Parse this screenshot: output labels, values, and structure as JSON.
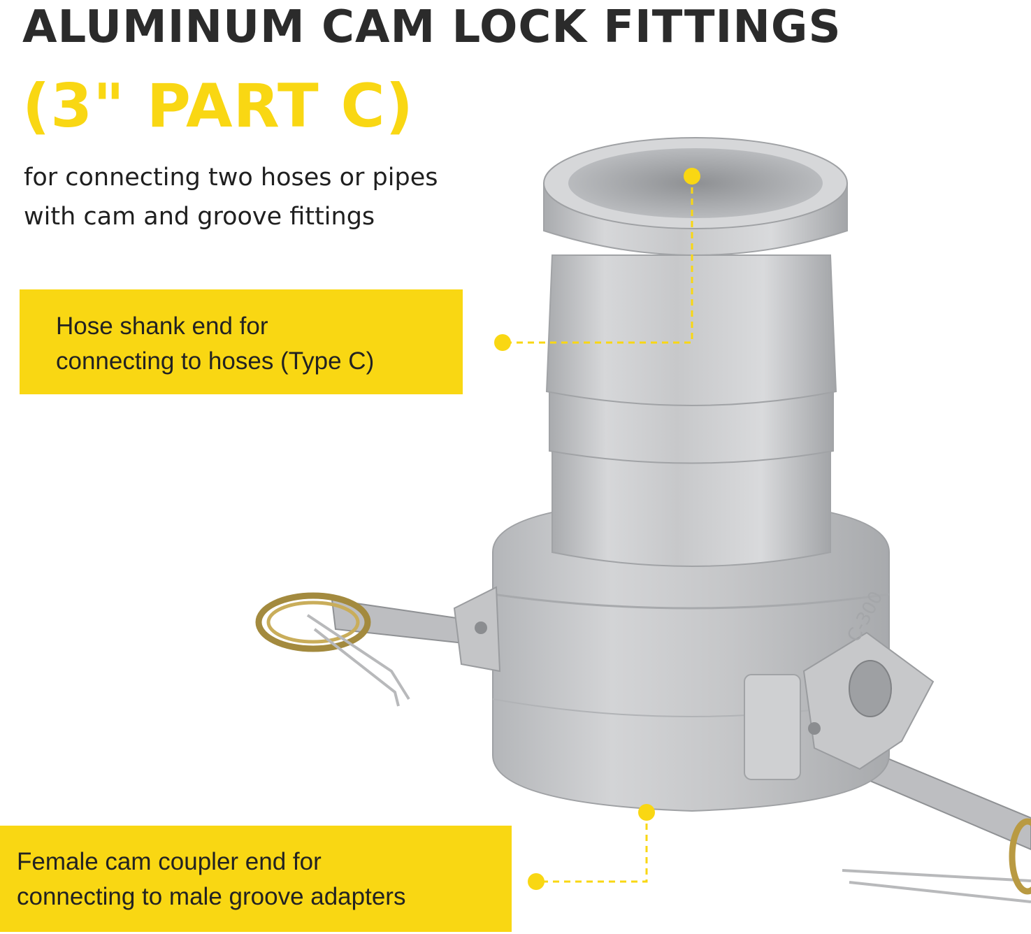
{
  "heading": {
    "line1": "ALUMINUM CAM LOCK FITTINGS",
    "line2": "(3\" PART C)"
  },
  "intro": {
    "line1": "for connecting two hoses or pipes",
    "line2": "with cam and groove fittings"
  },
  "callouts": [
    {
      "line1": "Hose shank end for",
      "line2": "connecting to hoses (Type C)"
    },
    {
      "line1": "Female cam coupler end for",
      "line2": "connecting to male groove adapters"
    }
  ],
  "part_marking": "C-300",
  "colors": {
    "accent": "#f9d713",
    "heading": "#2b2b2b",
    "metal": "#c9cacc"
  }
}
